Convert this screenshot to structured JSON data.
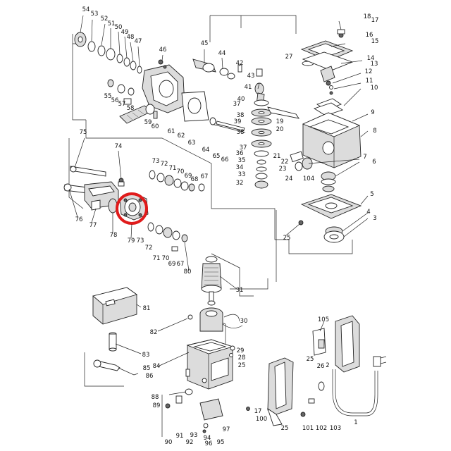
{
  "highlight_color": "#e01b1b",
  "labels": [
    {
      "id": "54",
      "text": "54"
    },
    {
      "id": "53",
      "text": "53"
    },
    {
      "id": "52",
      "text": "52"
    },
    {
      "id": "51",
      "text": "51"
    },
    {
      "id": "50",
      "text": "50"
    },
    {
      "id": "49",
      "text": "49"
    },
    {
      "id": "48",
      "text": "48"
    },
    {
      "id": "47",
      "text": "47"
    },
    {
      "id": "46",
      "text": "46"
    },
    {
      "id": "45",
      "text": "45"
    },
    {
      "id": "44",
      "text": "44"
    },
    {
      "id": "42",
      "text": "42"
    },
    {
      "id": "43",
      "text": "43"
    },
    {
      "id": "41",
      "text": "41"
    },
    {
      "id": "40",
      "text": "40"
    },
    {
      "id": "37a",
      "text": "37"
    },
    {
      "id": "38a",
      "text": "38"
    },
    {
      "id": "39",
      "text": "39"
    },
    {
      "id": "38b",
      "text": "38"
    },
    {
      "id": "37b",
      "text": "37"
    },
    {
      "id": "36",
      "text": "36"
    },
    {
      "id": "35",
      "text": "35"
    },
    {
      "id": "34",
      "text": "34"
    },
    {
      "id": "33",
      "text": "33"
    },
    {
      "id": "32",
      "text": "32"
    },
    {
      "id": "18",
      "text": "18"
    },
    {
      "id": "17",
      "text": "17"
    },
    {
      "id": "16",
      "text": "16"
    },
    {
      "id": "15",
      "text": "15"
    },
    {
      "id": "27",
      "text": "27"
    },
    {
      "id": "14",
      "text": "14"
    },
    {
      "id": "13",
      "text": "13"
    },
    {
      "id": "12",
      "text": "12"
    },
    {
      "id": "11",
      "text": "11"
    },
    {
      "id": "10",
      "text": "10"
    },
    {
      "id": "19",
      "text": "19"
    },
    {
      "id": "20",
      "text": "20"
    },
    {
      "id": "9",
      "text": "9"
    },
    {
      "id": "8",
      "text": "8"
    },
    {
      "id": "21",
      "text": "21"
    },
    {
      "id": "22",
      "text": "22"
    },
    {
      "id": "23",
      "text": "23"
    },
    {
      "id": "24",
      "text": "24"
    },
    {
      "id": "104",
      "text": "104"
    },
    {
      "id": "7",
      "text": "7"
    },
    {
      "id": "6",
      "text": "6"
    },
    {
      "id": "5",
      "text": "5"
    },
    {
      "id": "4",
      "text": "4"
    },
    {
      "id": "3",
      "text": "3"
    },
    {
      "id": "25a",
      "text": "25"
    },
    {
      "id": "55",
      "text": "55"
    },
    {
      "id": "56",
      "text": "56"
    },
    {
      "id": "57",
      "text": "57"
    },
    {
      "id": "58",
      "text": "58"
    },
    {
      "id": "59",
      "text": "59"
    },
    {
      "id": "60",
      "text": "60"
    },
    {
      "id": "61",
      "text": "61"
    },
    {
      "id": "62",
      "text": "62"
    },
    {
      "id": "63",
      "text": "63"
    },
    {
      "id": "64",
      "text": "64"
    },
    {
      "id": "65",
      "text": "65"
    },
    {
      "id": "66",
      "text": "66"
    },
    {
      "id": "75",
      "text": "75"
    },
    {
      "id": "74",
      "text": "74"
    },
    {
      "id": "73a",
      "text": "73"
    },
    {
      "id": "72a",
      "text": "72"
    },
    {
      "id": "71a",
      "text": "71"
    },
    {
      "id": "70a",
      "text": "70"
    },
    {
      "id": "69a",
      "text": "69"
    },
    {
      "id": "68",
      "text": "68"
    },
    {
      "id": "67a",
      "text": "67"
    },
    {
      "id": "76",
      "text": "76"
    },
    {
      "id": "77",
      "text": "77"
    },
    {
      "id": "78",
      "text": "78"
    },
    {
      "id": "79",
      "text": "79"
    },
    {
      "id": "73b",
      "text": "73"
    },
    {
      "id": "72b",
      "text": "72"
    },
    {
      "id": "71b",
      "text": "71"
    },
    {
      "id": "70b",
      "text": "70"
    },
    {
      "id": "69b",
      "text": "69"
    },
    {
      "id": "67b",
      "text": "67"
    },
    {
      "id": "80",
      "text": "80"
    },
    {
      "id": "31",
      "text": "31"
    },
    {
      "id": "81",
      "text": "81"
    },
    {
      "id": "82",
      "text": "82"
    },
    {
      "id": "30",
      "text": "30"
    },
    {
      "id": "29",
      "text": "29"
    },
    {
      "id": "28",
      "text": "28"
    },
    {
      "id": "25b",
      "text": "25"
    },
    {
      "id": "83",
      "text": "83"
    },
    {
      "id": "84",
      "text": "84"
    },
    {
      "id": "85",
      "text": "85"
    },
    {
      "id": "86",
      "text": "86"
    },
    {
      "id": "105",
      "text": "105"
    },
    {
      "id": "25c",
      "text": "25"
    },
    {
      "id": "26",
      "text": "26"
    },
    {
      "id": "2",
      "text": "2"
    },
    {
      "id": "88",
      "text": "88"
    },
    {
      "id": "89",
      "text": "89"
    },
    {
      "id": "97",
      "text": "97"
    },
    {
      "id": "17b",
      "text": "17"
    },
    {
      "id": "100",
      "text": "100"
    },
    {
      "id": "25d",
      "text": "25"
    },
    {
      "id": "101",
      "text": "101"
    },
    {
      "id": "102",
      "text": "102"
    },
    {
      "id": "103",
      "text": "103"
    },
    {
      "id": "1",
      "text": "1"
    },
    {
      "id": "90",
      "text": "90"
    },
    {
      "id": "91",
      "text": "91"
    },
    {
      "id": "92",
      "text": "92"
    },
    {
      "id": "93",
      "text": "93"
    },
    {
      "id": "94",
      "text": "94"
    },
    {
      "id": "95",
      "text": "95"
    },
    {
      "id": "96",
      "text": "96"
    }
  ]
}
